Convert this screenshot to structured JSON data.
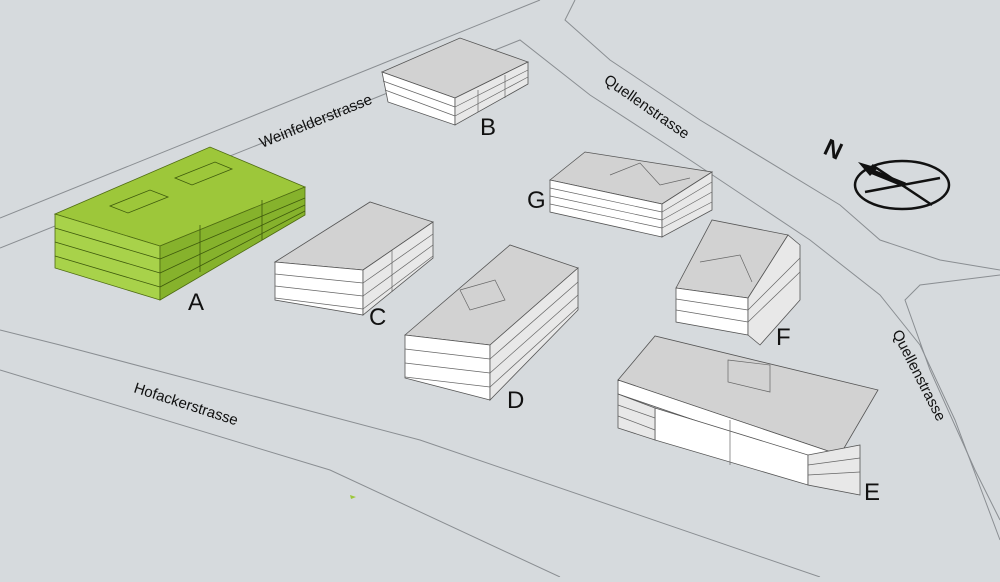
{
  "map": {
    "background_color": "#d6dadd",
    "highlight_color": "#9dc73a",
    "streets": [
      {
        "id": "weinfelder",
        "name": "Weinfelderstrasse"
      },
      {
        "id": "quellen1",
        "name": "Quellenstrasse"
      },
      {
        "id": "quellen2",
        "name": "Quellenstrasse"
      },
      {
        "id": "hofacker",
        "name": "Hofackerstrasse"
      }
    ],
    "buildings": [
      {
        "id": "A",
        "label": "A",
        "highlighted": true
      },
      {
        "id": "B",
        "label": "B",
        "highlighted": false
      },
      {
        "id": "C",
        "label": "C",
        "highlighted": false
      },
      {
        "id": "D",
        "label": "D",
        "highlighted": false
      },
      {
        "id": "E",
        "label": "E",
        "highlighted": false
      },
      {
        "id": "F",
        "label": "F",
        "highlighted": false
      },
      {
        "id": "G",
        "label": "G",
        "highlighted": false
      }
    ],
    "north_arrow": {
      "icon": "north-arrow-icon",
      "label": "N"
    }
  }
}
